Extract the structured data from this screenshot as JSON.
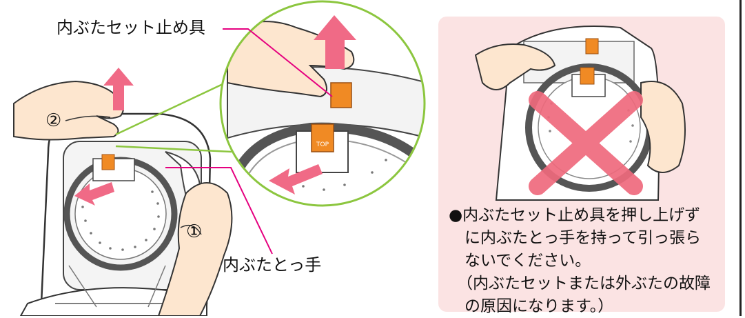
{
  "labels": {
    "inner_lid_stopper": "内ぶたセット止め具",
    "inner_lid_handle": "内ぶたとっ手",
    "step1": "①",
    "step2": "②",
    "stopper_tag_top": "TOP"
  },
  "caution": {
    "bullet": "●",
    "lines": [
      "内ぶたセット止め具を押し上げず",
      "に内ぶたとっ手を持って引っ張ら",
      "ないでください。",
      "（内ぶたセットまたは外ぶたの故障",
      "の原因になります。）"
    ]
  },
  "colors": {
    "arrow_pink": "#f06a86",
    "leader_magenta": "#e5007f",
    "stopper_orange": "#f08a24",
    "zoom_circle_green": "#8cc63f",
    "panel_pink": "#fbe3e3",
    "cross_red": "#ef6a7d",
    "skin": "#fde6cf"
  }
}
